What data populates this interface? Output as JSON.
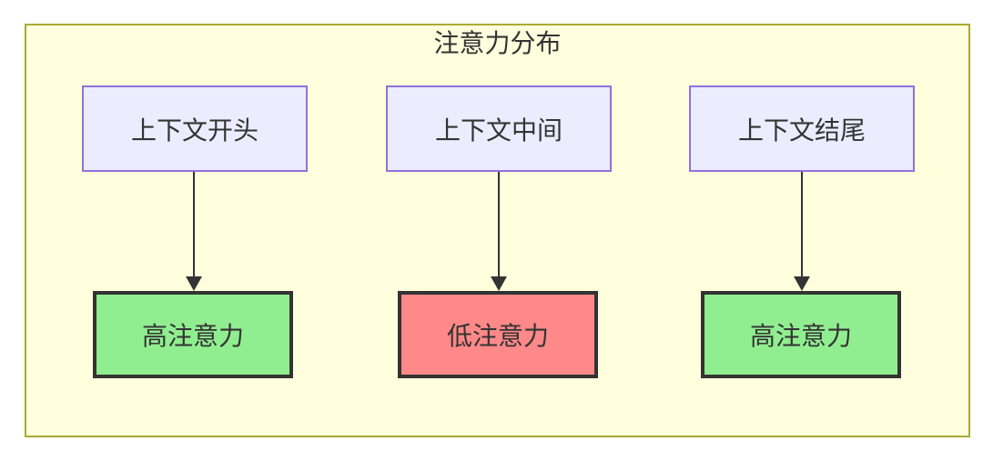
{
  "diagram": {
    "title": "注意力分布",
    "colors": {
      "frame_bg": "#FFFFDE",
      "frame_border": "#AAAA33",
      "source_fill": "#ECECFF",
      "source_border": "#9370DB",
      "high_fill": "#90EE90",
      "low_fill": "#FF8888",
      "result_border": "#333333",
      "arrow": "#333333",
      "text": "#333333"
    },
    "columns": [
      {
        "source": "上下文开头",
        "result": "高注意力",
        "level": "high"
      },
      {
        "source": "上下文中间",
        "result": "低注意力",
        "level": "low"
      },
      {
        "source": "上下文结尾",
        "result": "高注意力",
        "level": "high"
      }
    ]
  }
}
